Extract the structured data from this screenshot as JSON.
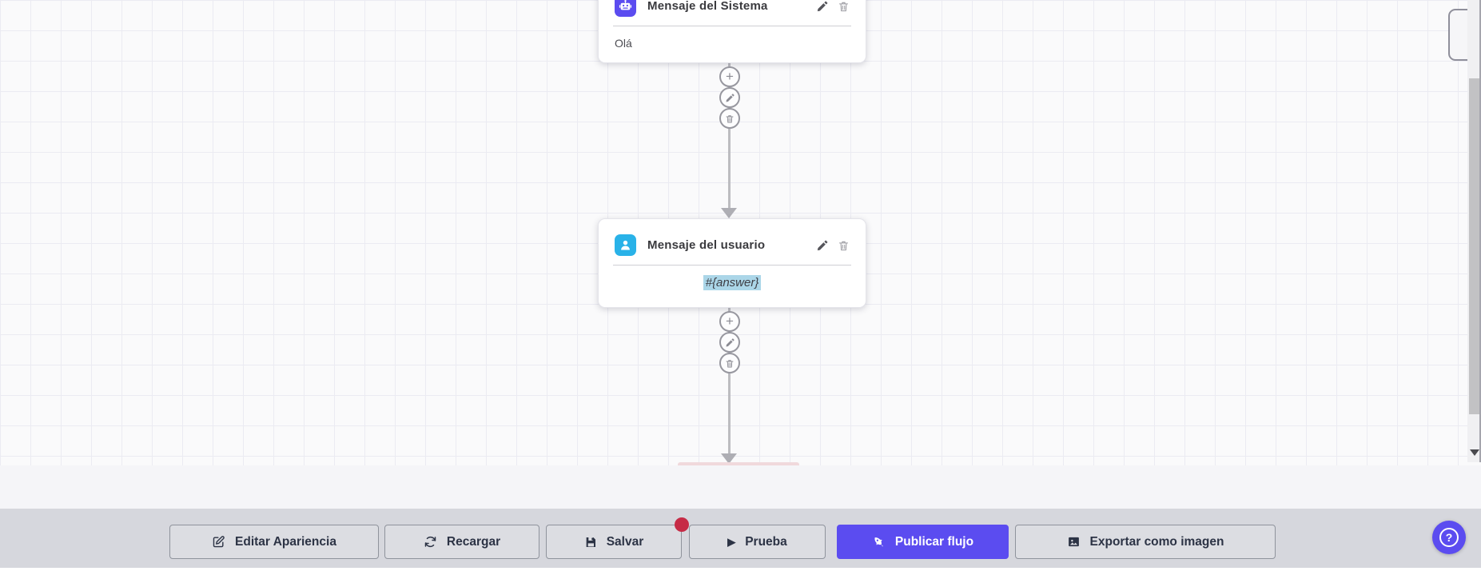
{
  "canvas": {
    "nodes": [
      {
        "title": "Mensaje del Sistema",
        "body": "Olá",
        "icon": "robot-icon",
        "accent_color": "#5b4cf0",
        "actions": [
          "edit",
          "delete"
        ]
      },
      {
        "title": "Mensaje del usuario",
        "body": "#{answer}",
        "icon": "user-icon",
        "accent_color": "#29b2e8",
        "body_highlight_color": "#abd6e8",
        "actions": [
          "edit",
          "delete"
        ]
      }
    ],
    "connector_buttons": [
      "add",
      "edit",
      "delete"
    ]
  },
  "toolbar": {
    "buttons": [
      {
        "label": "Editar Apariencia",
        "icon": "edit-icon"
      },
      {
        "label": "Recargar",
        "icon": "refresh-icon"
      },
      {
        "label": "Salvar",
        "icon": "save-icon",
        "has_notification_dot": true
      },
      {
        "label": "Prueba",
        "icon": "play-icon"
      },
      {
        "label": "Publicar flujo",
        "icon": "rocket-icon",
        "primary": true,
        "color": "#5b4cf0"
      },
      {
        "label": "Exportar como imagen",
        "icon": "image-icon"
      }
    ],
    "notification_dot_color": "#c62b46"
  },
  "help": {
    "label": "?",
    "color": "#5b4cf0"
  },
  "glyphs": {
    "plus": "+",
    "play": "▶"
  }
}
